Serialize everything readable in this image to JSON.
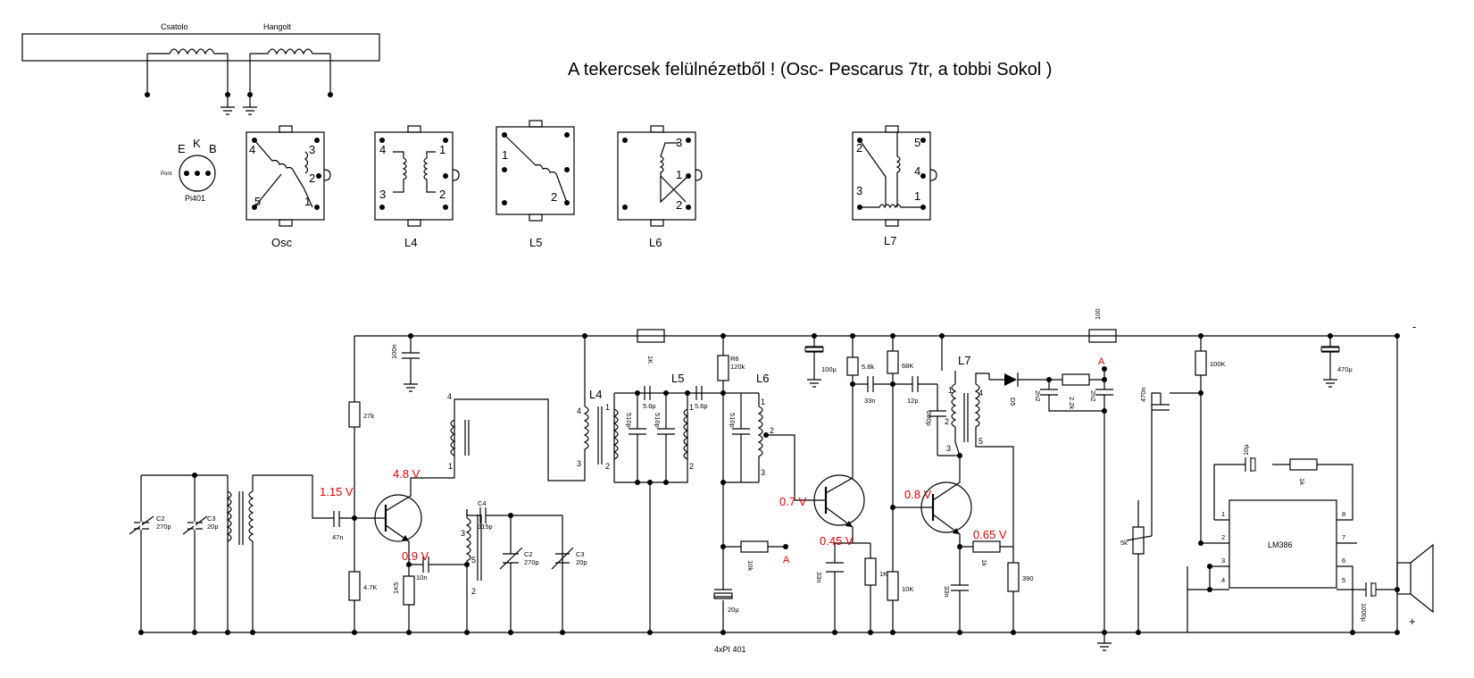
{
  "header": {
    "title": "A tekercsek felülnézetből ! (Osc- Pescarus 7tr,  a tobbi Sokol )"
  },
  "antenna": {
    "coupling_label": "Csatolo",
    "tuned_label": "Hangolt"
  },
  "transistor_pinout": {
    "e": "E",
    "k": "K",
    "b": "B",
    "side": "Pont",
    "name": "Pi401"
  },
  "coils": {
    "osc": {
      "label": "Osc",
      "pins": [
        "4",
        "3",
        "2",
        "5",
        "1"
      ]
    },
    "l4": {
      "label": "L4",
      "pins": [
        "4",
        "1",
        "3",
        "2"
      ]
    },
    "l5": {
      "label": "L5",
      "pins": [
        "1",
        "2"
      ]
    },
    "l6": {
      "label": "L6",
      "pins": [
        "3",
        "1",
        "2"
      ]
    },
    "l7": {
      "label": "L7",
      "pins": [
        "2",
        "5",
        "4",
        "3",
        "1"
      ]
    }
  },
  "schematic": {
    "caption": "4xPI 401",
    "rail_minus": "-",
    "rail_plus": "+",
    "voltages": {
      "v1": "1.15 V",
      "v2": "4.8 V",
      "v3": "0.9 V",
      "v4": "0.7 V",
      "v5": "0.45 V",
      "v6": "0.8 V",
      "v7": "0.65 V"
    },
    "components": {
      "c2a_name": "C2",
      "c2a_val": "270p",
      "c3a_name": "C3",
      "c3a_val": "20p",
      "r27k": "27k",
      "r47k": "4.7K",
      "c47n": "47n",
      "r1k5": "1K5",
      "c10n": "10n",
      "c4_name": "C4",
      "c4_val": "315p",
      "c2b_name": "C2",
      "c2b_val": "270p",
      "c3b_name": "C3",
      "c3b_val": "20p",
      "c100n": "100n",
      "r1k_top": "1K",
      "l4_label": "L4",
      "l5_label": "L5",
      "l6_label": "L6",
      "c56p_a": "5.6p",
      "c56p_b": "5.6p",
      "c510p_a": "510p",
      "c510p_b": "510p",
      "c510p_c": "510p",
      "r6_name": "R6",
      "r6_val": "120k",
      "r10k": "10k",
      "mark_a1": "A",
      "c20u": "20µ",
      "c100u": "100µ",
      "r58k": "5.8k",
      "r68k": "68K",
      "c33n_a": "33n",
      "c12p": "12p",
      "c200p": "200p",
      "c33n_b": "33n",
      "r1k_e1": "1K",
      "r10k_b": "10K",
      "c33n_c": "33n",
      "r1k_e2": "1k",
      "r390": "390",
      "l7_label": "L7",
      "d5": "D5",
      "c2n2_a": "2n2",
      "r22k": "2.2k",
      "c2n2_b": "2n2",
      "mark_a2": "A",
      "r100": "100",
      "c470n": "470n",
      "pot5k": "5k",
      "r100k": "100K",
      "c470u": "470µ",
      "c10u": "10µ",
      "r1k_fb": "1k",
      "ic": "LM386",
      "c1000u": "1000µ"
    },
    "coil_pins": {
      "osc_4": "4",
      "osc_1": "1",
      "osc_3": "3",
      "osc_5": "5",
      "osc_2": "2",
      "l4_4": "4",
      "l4_3": "3",
      "l5a_1": "1",
      "l5a_2": "2",
      "l5b_1": "1",
      "l5b_2": "2",
      "l6_1": "1",
      "l6_2": "2",
      "l6_3": "3",
      "l7_1": "1",
      "l7_2": "2",
      "l7_3": "3",
      "l7_4": "4",
      "l7_5": "5",
      "ic_1": "1",
      "ic_2": "2",
      "ic_3": "3",
      "ic_4": "4",
      "ic_5": "5",
      "ic_6": "6",
      "ic_7": "7",
      "ic_8": "8"
    }
  }
}
